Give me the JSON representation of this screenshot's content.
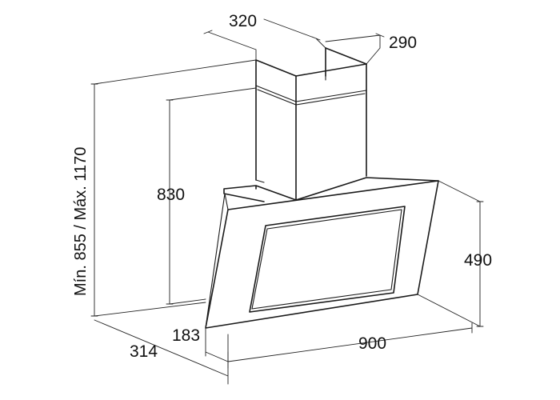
{
  "dimensions": {
    "chimney_width": "320",
    "chimney_depth": "290",
    "height_range": "Mín. 855 / Máx. 1170",
    "chimney_height": "830",
    "canopy_height": "490",
    "depth": "314",
    "base_depth": "183",
    "width": "900"
  }
}
